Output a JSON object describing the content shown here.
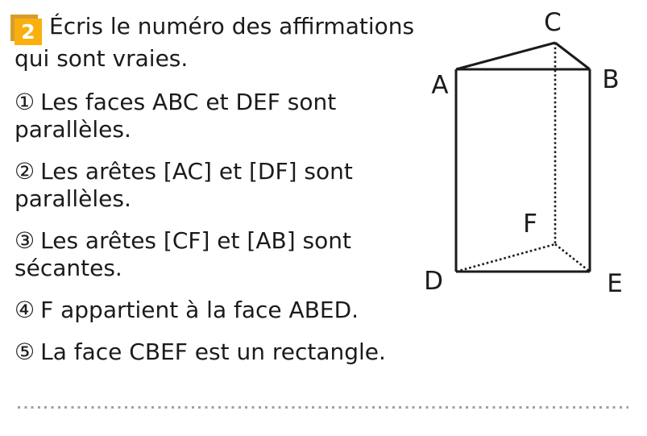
{
  "colors": {
    "text": "#1b1b1b",
    "badge_front": "#f9b00f",
    "badge_back": "#d89c2e",
    "figure_line": "#1b1b1b",
    "separator_dot": "#9ba1a6"
  },
  "exercise": {
    "number": "2",
    "instruction": "Écris le numéro des affirmations qui sont vraies."
  },
  "statements": [
    {
      "num": "①",
      "text": "Les faces ABC et DEF sont parallèles."
    },
    {
      "num": "②",
      "text": "Les arêtes [AC] et [DF] sont parallèles."
    },
    {
      "num": "③",
      "text": "Les arêtes [CF] et [AB] sont sécantes."
    },
    {
      "num": "④",
      "text": "F appartient à la face ABED."
    },
    {
      "num": "⑤",
      "text": "La face CBEF est un rectangle."
    }
  ],
  "diagram": {
    "shape": "triangular-prism",
    "vertices": [
      {
        "label": "A"
      },
      {
        "label": "B"
      },
      {
        "label": "C"
      },
      {
        "label": "D"
      },
      {
        "label": "E"
      },
      {
        "label": "F"
      }
    ],
    "solid_edges": [
      "AB",
      "AC",
      "CB",
      "AD",
      "BE",
      "DE"
    ],
    "hidden_edges": [
      "CF",
      "DF",
      "FE"
    ]
  }
}
